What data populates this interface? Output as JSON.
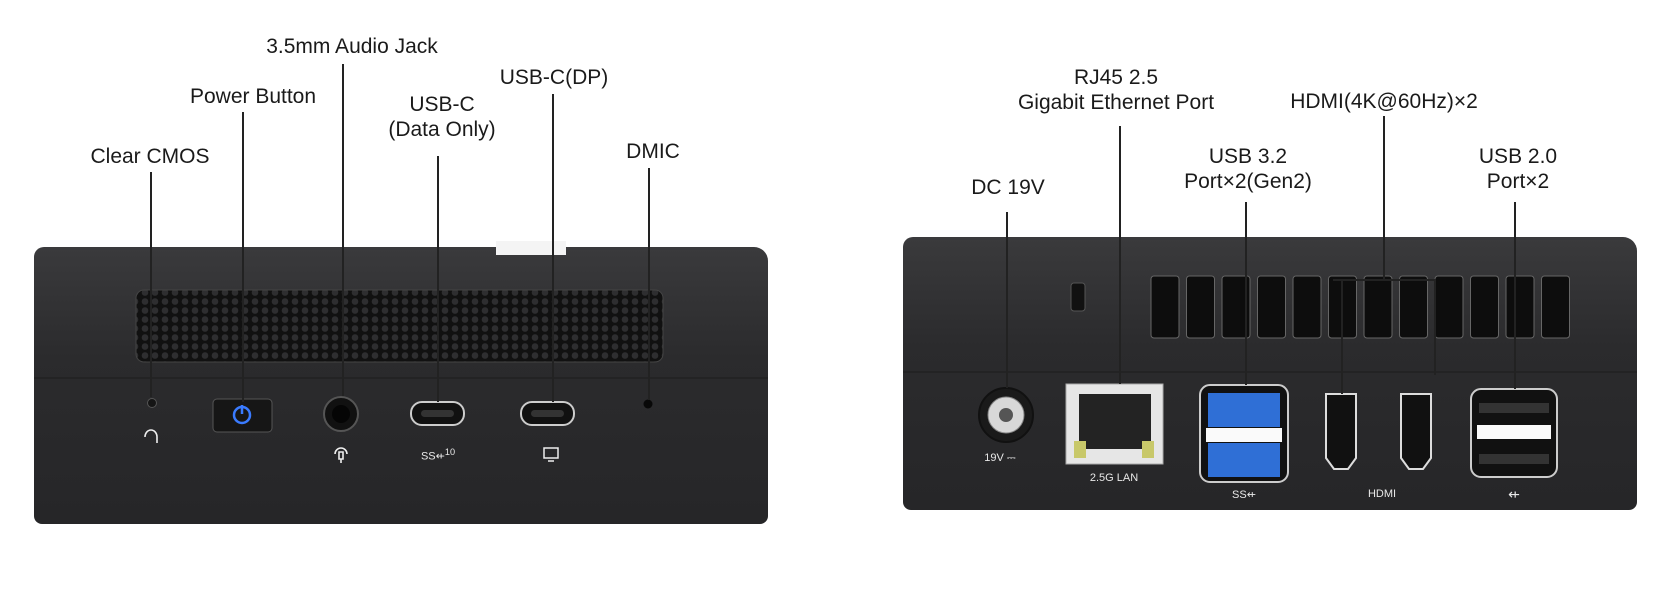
{
  "front": {
    "labels": {
      "audio_jack": "3.5mm Audio Jack",
      "power_button": "Power Button",
      "clear_cmos": "Clear CMOS",
      "usbc_data_1": "USB-C",
      "usbc_data_2": "(Data Only)",
      "usbc_dp": "USB-C(DP)",
      "dmic": "DMIC"
    },
    "port_marks": {
      "usbc_speed": "10"
    }
  },
  "rear": {
    "labels": {
      "rj45_1": "RJ45 2.5",
      "rj45_2": "Gigabit Ethernet Port",
      "hdmi": "HDMI(4K@60Hz)×2",
      "usb32_1": "USB 3.2",
      "usb32_2": "Port×2(Gen2)",
      "dc": "DC 19V",
      "usb20_1": "USB 2.0",
      "usb20_2": "Port×2"
    },
    "port_marks": {
      "dc": "19V ⎓",
      "lan": "2.5G LAN",
      "ss": "SS⇷",
      "hdmi": "HDMI",
      "usb": "⇷"
    }
  }
}
